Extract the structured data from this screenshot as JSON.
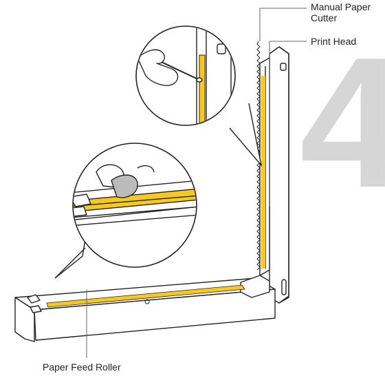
{
  "step": {
    "number": "4"
  },
  "labels": {
    "manual_paper_cutter_line1": "Manual Paper",
    "manual_paper_cutter_line2": "Cutter",
    "print_head": "Print Head",
    "paper_feed_roller": "Paper Feed Roller"
  },
  "colors": {
    "highlight": "#f7c81f",
    "outline": "#222222",
    "step_number": "#d6d6d6",
    "callout_line": "#666666"
  },
  "icons": {
    "cleaning_swab": "cotton-swab-icon",
    "cleaning_cloth": "cloth-icon"
  }
}
